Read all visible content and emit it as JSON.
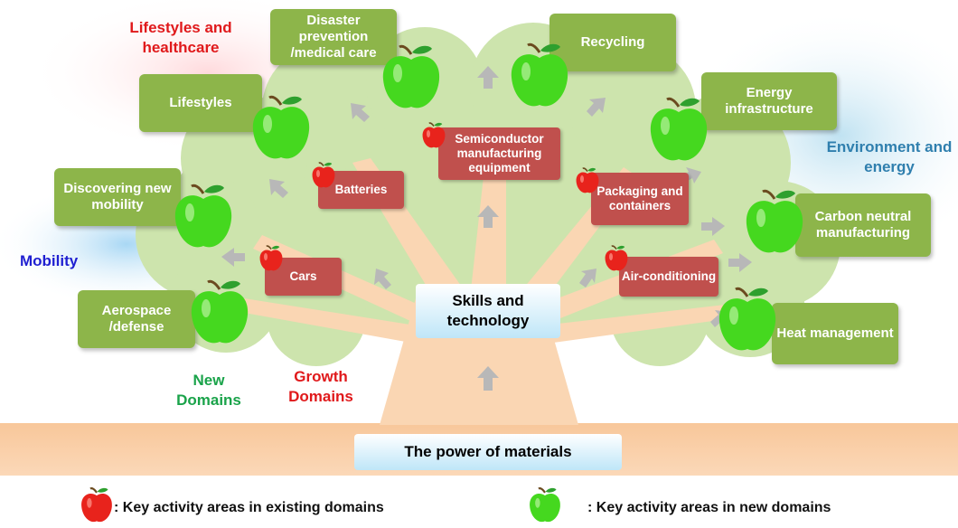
{
  "colors": {
    "new_domain_box": "#8db54a",
    "growth_domain_box": "#c0504d",
    "canopy": "#cde4ad",
    "trunk": "#fad6b3",
    "red_label": "#e0191b",
    "green_label": "#1aa34a",
    "blue_label": "#1f1fd1",
    "teal_label": "#2f7fae"
  },
  "core": {
    "skills": "Skills and technology",
    "materials": "The power of materials"
  },
  "new_domains": {
    "disaster": "Disaster prevention /medical care",
    "recycling": "Recycling",
    "lifestyles": "Lifestyles",
    "energy_infra": "Energy infrastructure",
    "mobility": "Discovering new mobility",
    "carbon": "Carbon neutral manufacturing",
    "aerospace": "Aerospace /defense",
    "heat": "Heat management"
  },
  "growth_domains": {
    "semiconductor": "Semiconductor manufacturing equipment",
    "batteries": "Batteries",
    "packaging": "Packaging and containers",
    "cars": "Cars",
    "aircon": "Air-conditioning"
  },
  "categories": {
    "lifestyles_healthcare": "Lifestyles and healthcare",
    "environment_energy": "Environment and energy",
    "mobility": "Mobility",
    "new_domains": "New Domains",
    "growth_domains": "Growth Domains"
  },
  "legend": {
    "existing": ": Key activity areas in existing domains",
    "new": ": Key activity areas in new domains",
    "existing_icon": "red-apple-icon",
    "new_icon": "green-apple-icon"
  }
}
